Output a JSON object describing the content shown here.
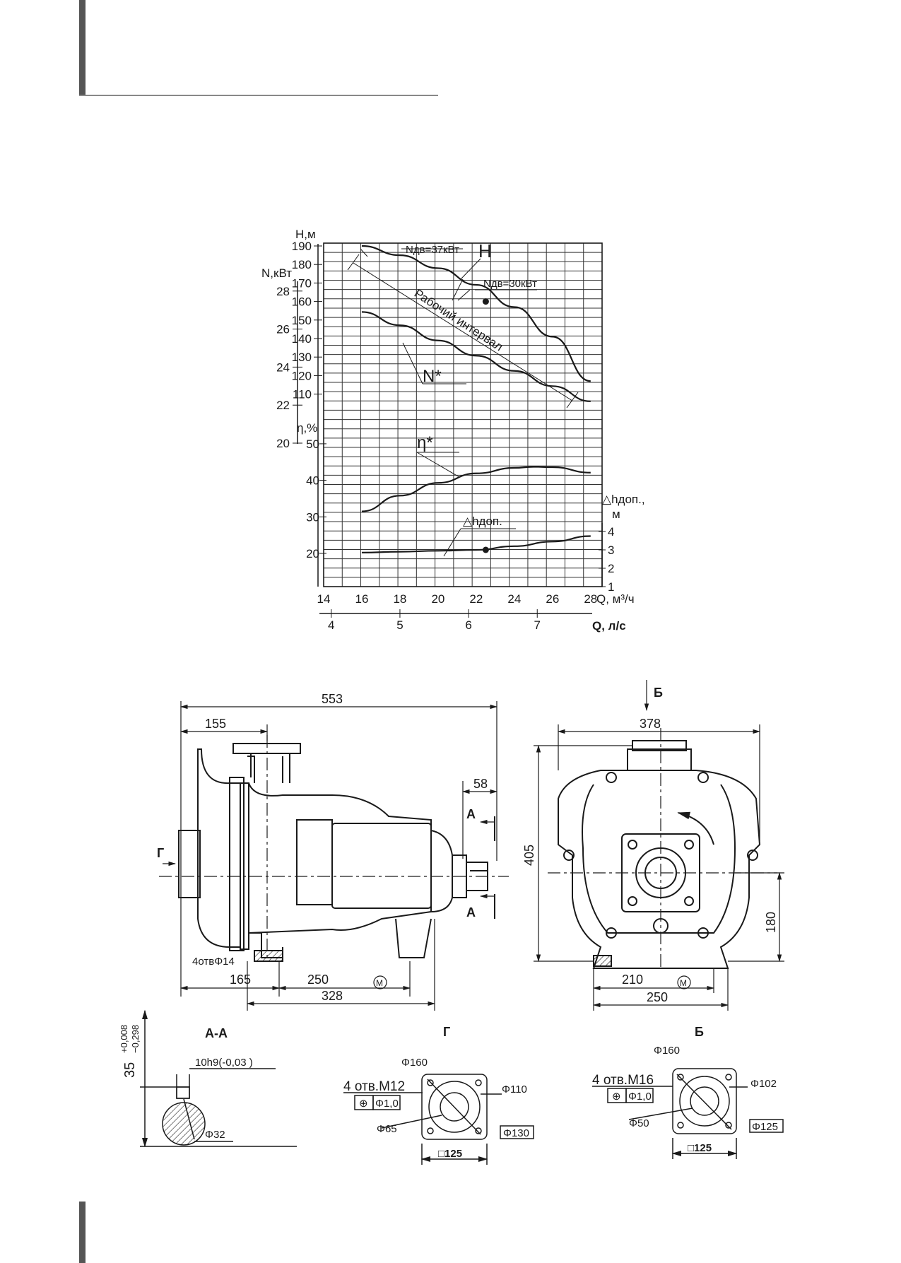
{
  "chart_data": {
    "type": "line",
    "axes": {
      "q_m3h": {
        "label": "Q, м³/ч",
        "ticks": [
          14,
          16,
          18,
          20,
          22,
          24,
          26,
          28
        ]
      },
      "q_ls": {
        "label": "Q, л/с",
        "ticks": [
          4,
          5,
          6,
          7
        ]
      },
      "head": {
        "label": "H,м",
        "ticks": [
          190,
          180,
          170,
          160,
          150,
          140,
          130,
          120,
          110
        ]
      },
      "power": {
        "label": "N,кВт",
        "ticks": [
          28,
          26,
          24,
          22,
          20
        ]
      },
      "efficiency": {
        "label": "η,%",
        "ticks": [
          50,
          40,
          30,
          20
        ]
      },
      "npsh": {
        "label": "△hдоп.,",
        "unit": "м",
        "ticks": [
          4,
          3,
          2,
          1
        ]
      }
    },
    "series": [
      {
        "name": "H",
        "x": [
          16,
          18,
          20,
          22,
          24,
          26,
          28
        ],
        "y": [
          190,
          185,
          178,
          169,
          157,
          141,
          117
        ]
      },
      {
        "name": "N*",
        "x": [
          16,
          18,
          20,
          22,
          24,
          26,
          28
        ],
        "y": [
          26.9,
          26.2,
          25.4,
          24.6,
          23.8,
          23.0,
          22.2
        ]
      },
      {
        "name": "η*",
        "x": [
          16,
          18,
          20,
          22,
          24,
          25,
          26,
          28
        ],
        "y": [
          31.5,
          35.8,
          39.3,
          41.9,
          43.4,
          43.7,
          43.6,
          42.1
        ]
      },
      {
        "name": "△hдоп.",
        "x": [
          16,
          18,
          20,
          22,
          24,
          26,
          28
        ],
        "y": [
          2.85,
          2.9,
          2.95,
          3.0,
          3.2,
          3.45,
          3.75
        ]
      }
    ],
    "operating_point": {
      "q": 22.5,
      "head": 160,
      "npsh": 3.0
    },
    "annotations": {
      "n37": "Nдв=37кВт",
      "n30": "Nдв=30кВт",
      "interval": "Рабочий интервал"
    }
  },
  "drawing": {
    "dims": {
      "d553": "553",
      "d155": "155",
      "d58": "58",
      "d405": "405",
      "d378": "378",
      "d180": "180",
      "d165": "165",
      "d250": "250",
      "d328": "328",
      "d210": "210",
      "d250b": "250"
    },
    "labels": {
      "g": "Г",
      "b": "Б",
      "a": "А",
      "holes": "4отвΦ14",
      "motor": "М"
    },
    "section_aa": {
      "title": "А-А",
      "tol": "35",
      "tol_up": "+0,008",
      "tol_dn": "−0,298",
      "key": "10h9(-0,03 )",
      "shaft": "Φ32"
    },
    "flange_g": {
      "title": "Г",
      "holes": "4 отв.М12",
      "pos": "Φ1,0",
      "d160": "Φ160",
      "d110": "Φ110",
      "d65": "Φ65",
      "d130": "Φ130",
      "sq": "□125"
    },
    "flange_b": {
      "title": "Б",
      "holes": "4 отв.М16",
      "pos": "Φ1,0",
      "d160": "Φ160",
      "d102": "Φ102",
      "d50": "Φ50",
      "d125": "Φ125",
      "sq": "□125"
    }
  }
}
